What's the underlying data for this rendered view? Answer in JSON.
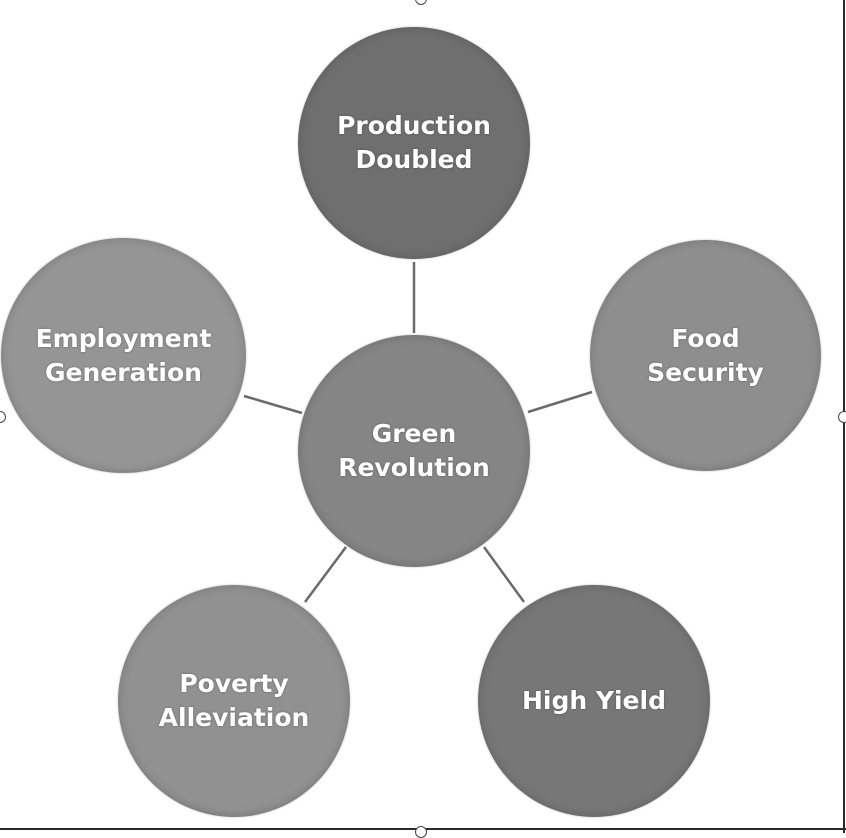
{
  "diagram": {
    "center": {
      "label": "Green\nRevolution",
      "color": "#858585"
    },
    "nodes": [
      {
        "id": "production-doubled",
        "label": "Production\nDoubled",
        "color": "#6f6f6f"
      },
      {
        "id": "food-security",
        "label": "Food\nSecurity",
        "color": "#8e8e8e"
      },
      {
        "id": "high-yield",
        "label": "High Yield",
        "color": "#777777"
      },
      {
        "id": "poverty-alleviation",
        "label": "Poverty\nAlleviation",
        "color": "#919191"
      },
      {
        "id": "employment-generation",
        "label": "Employment\nGeneration",
        "color": "#959595"
      }
    ],
    "connector_color": "#6a6a6a"
  }
}
